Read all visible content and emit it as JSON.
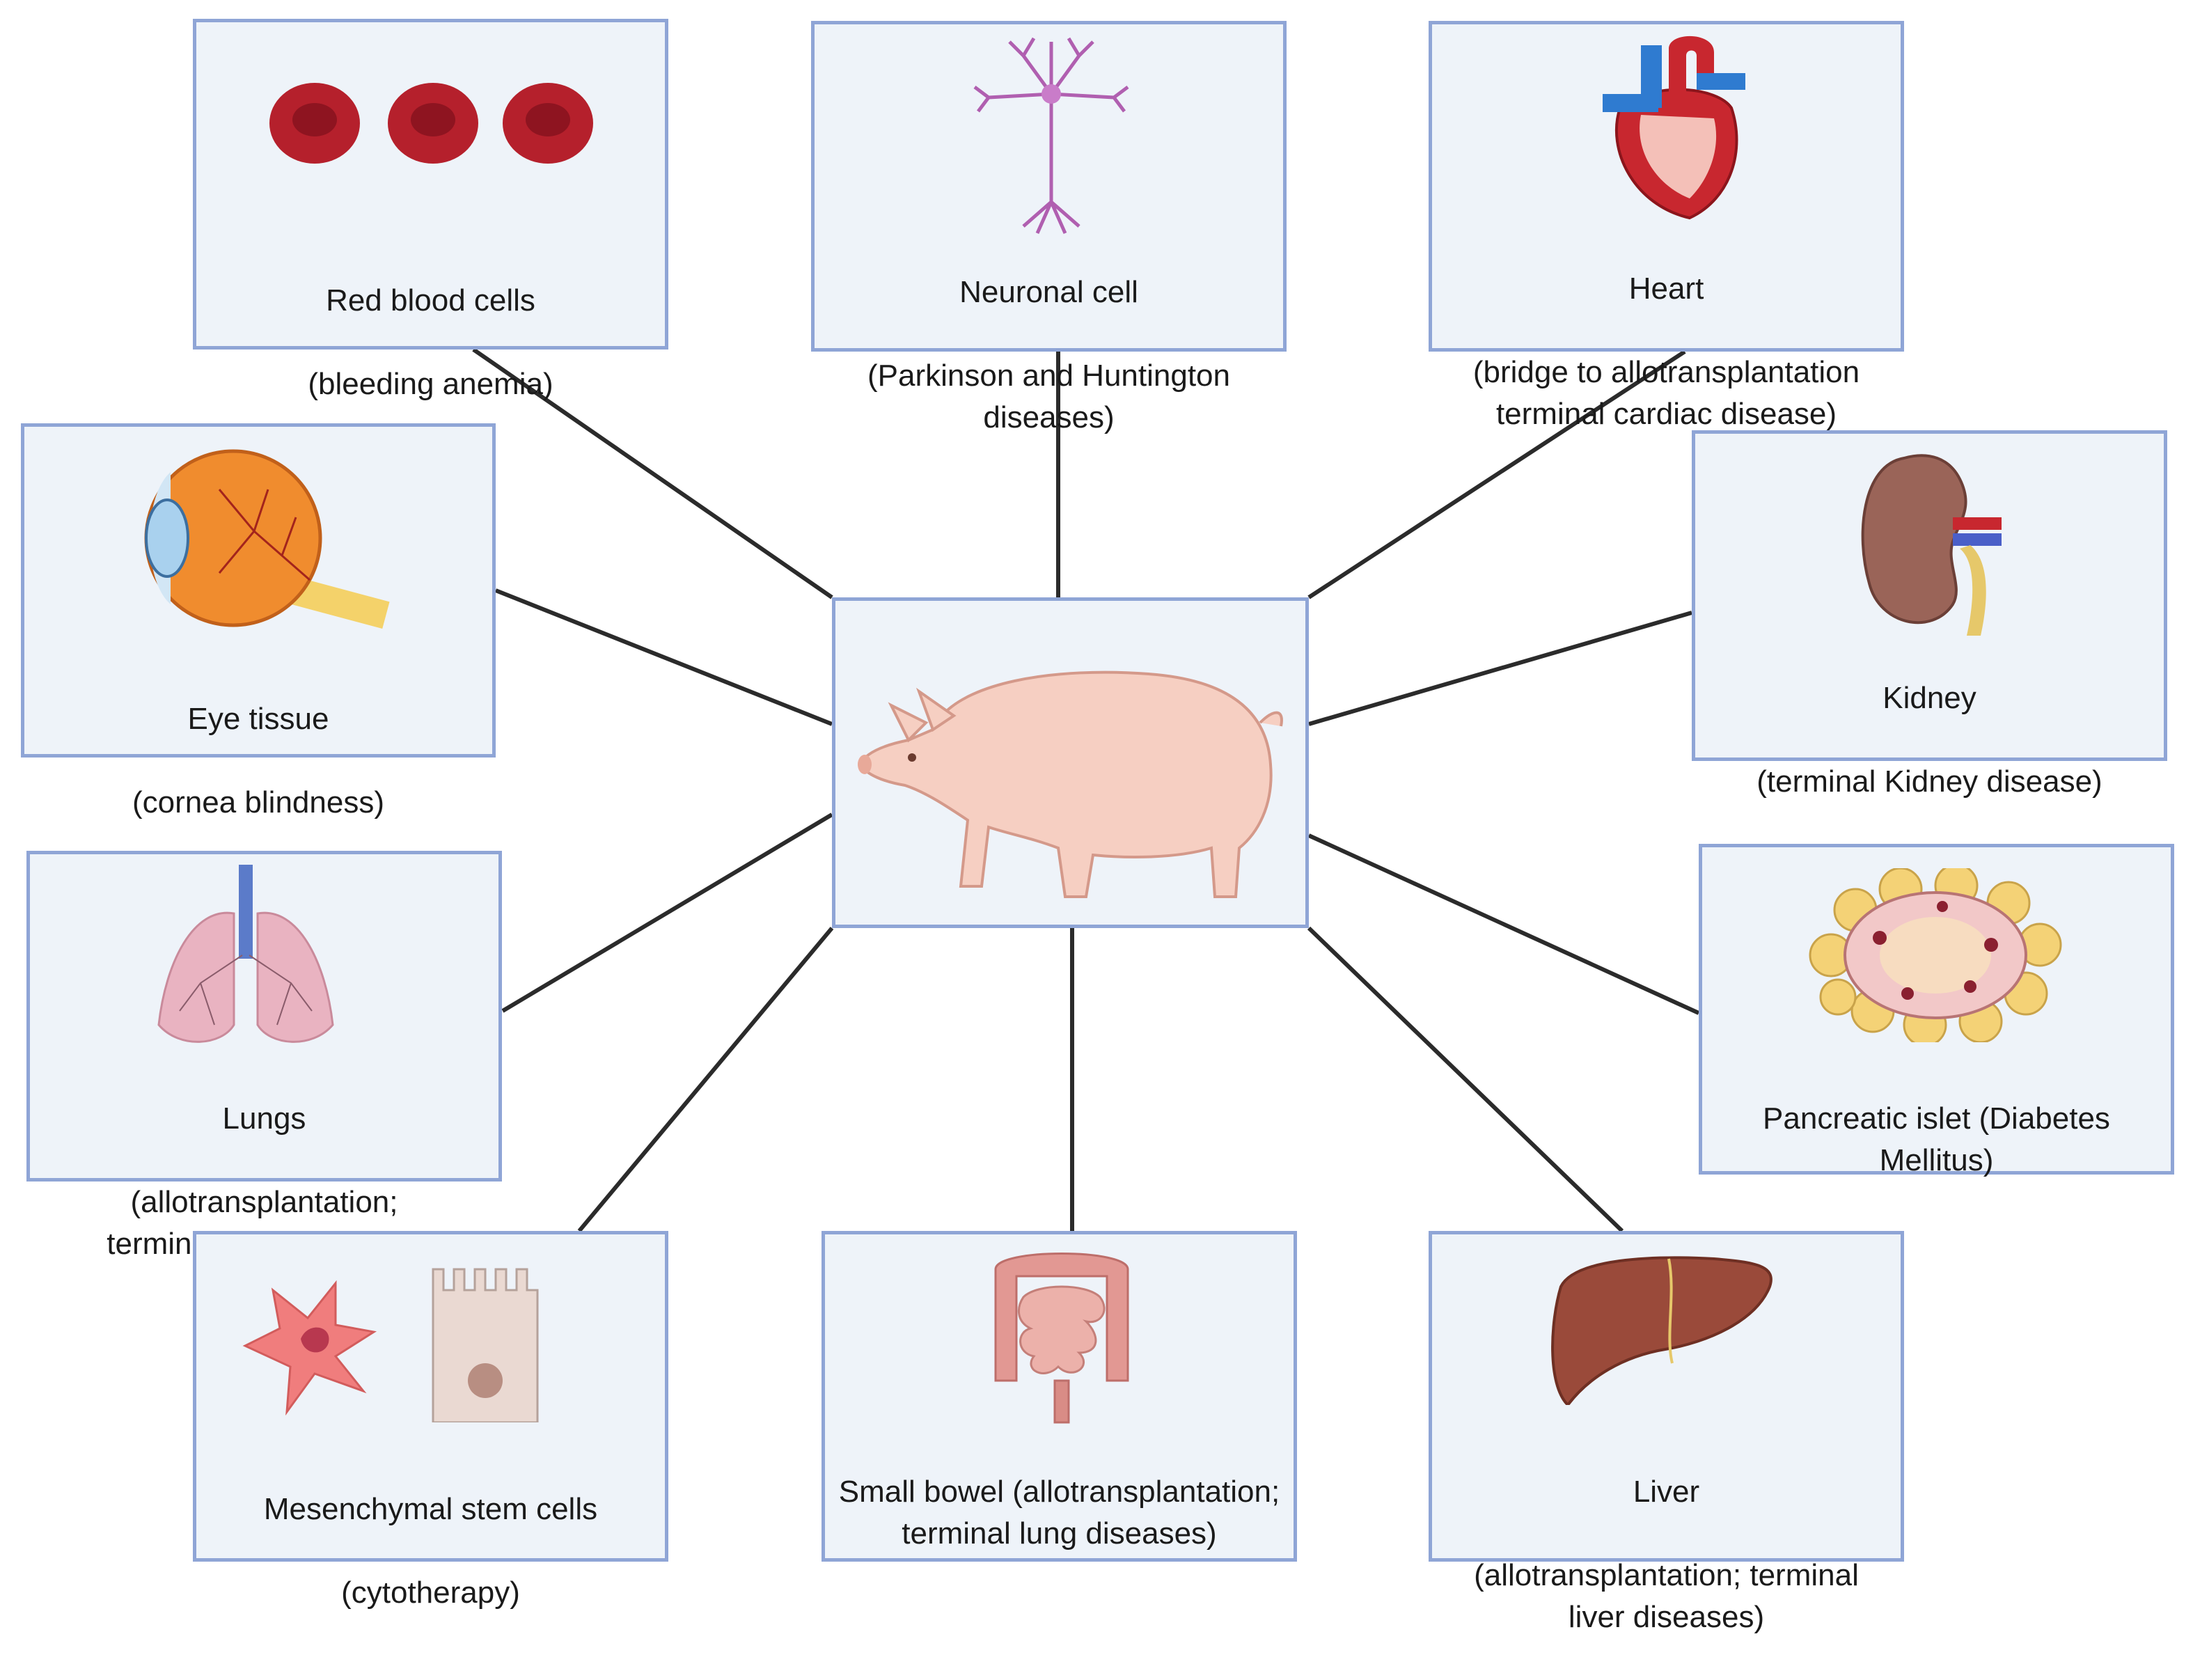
{
  "center": {
    "icon": "pig-icon"
  },
  "boxes": [
    {
      "key": "rbc",
      "title": "Red blood cells",
      "subtitle": "(bleeding anemia)",
      "icon": "red-blood-cells-icon"
    },
    {
      "key": "neuron",
      "title": "Neuronal cell",
      "subtitle": "(Parkinson and Huntington\ndiseases)",
      "icon": "neuron-icon"
    },
    {
      "key": "heart",
      "title": "Heart",
      "subtitle": "(bridge to allotransplantation\nterminal cardiac disease)",
      "icon": "heart-icon"
    },
    {
      "key": "eye",
      "title": "Eye tissue",
      "subtitle": "(cornea blindness)",
      "icon": "eye-icon"
    },
    {
      "key": "kidney",
      "title": "Kidney",
      "subtitle": "(terminal Kidney disease)",
      "icon": "kidney-icon"
    },
    {
      "key": "lungs",
      "title": "Lungs",
      "subtitle": "(allotransplantation;\nterminal lung diseases)",
      "icon": "lungs-icon"
    },
    {
      "key": "pancreas",
      "title": "Pancreatic islet (Diabetes\nMellitus)",
      "subtitle": "",
      "icon": "pancreatic-islet-icon"
    },
    {
      "key": "msc",
      "title": "Mesenchymal stem cells",
      "subtitle": "(cytotherapy)",
      "icon": "stem-cells-icon"
    },
    {
      "key": "bowel",
      "title": "Small bowel (allotransplantation;\nterminal lung diseases)",
      "subtitle": "",
      "icon": "small-bowel-icon"
    },
    {
      "key": "liver",
      "title": "Liver",
      "subtitle": "(allotransplantation; terminal\nliver diseases)",
      "icon": "liver-icon"
    }
  ],
  "colors": {
    "box_fill": "#eef3f9",
    "box_border": "#8fa5d6",
    "line": "#2b2b2b"
  }
}
